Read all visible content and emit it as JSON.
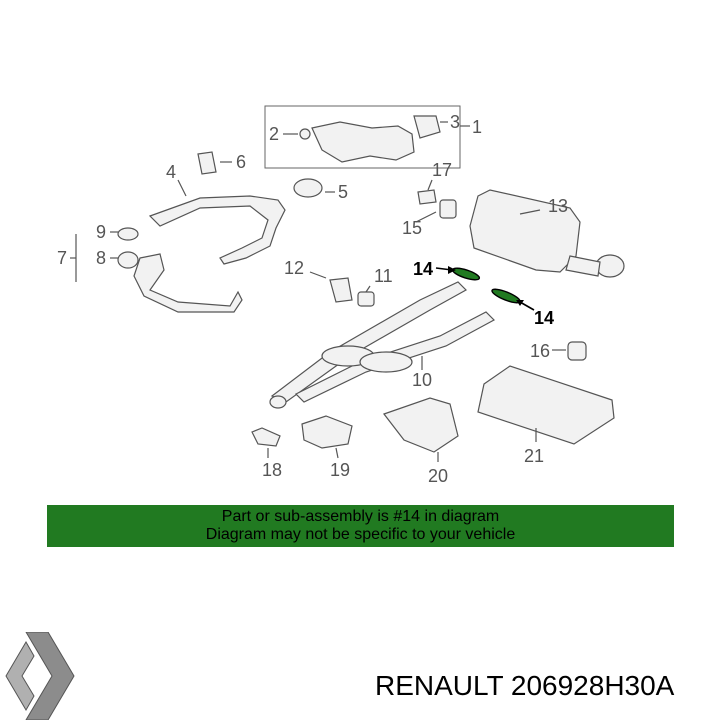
{
  "callouts": {
    "c1": "1",
    "c2": "2",
    "c3": "3",
    "c4": "4",
    "c5": "5",
    "c6": "6",
    "c7": "7",
    "c8": "8",
    "c9": "9",
    "c10": "10",
    "c11": "11",
    "c12": "12",
    "c13": "13",
    "c14a": "14",
    "c14b": "14",
    "c15": "15",
    "c16": "16",
    "c17": "17",
    "c18": "18",
    "c19": "19",
    "c20": "20",
    "c21": "21"
  },
  "highlight_color": "#217a21",
  "banner": {
    "line1": "Part or sub-assembly is #14 in diagram",
    "line2": "Diagram may not be specific to your vehicle"
  },
  "brand": {
    "part_label": "RENAULT 206928H30A",
    "logo_icon": "renault-diamond-logo"
  }
}
